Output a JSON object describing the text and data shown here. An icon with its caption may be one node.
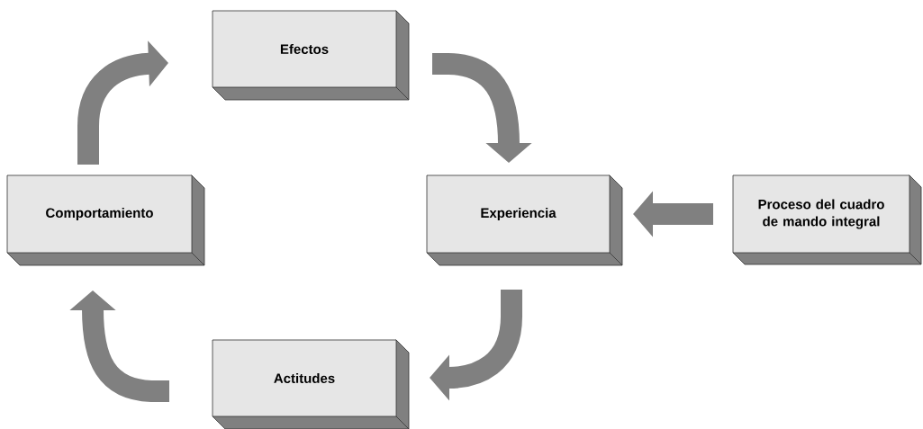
{
  "diagram": {
    "nodes": [
      {
        "text": [
          "Efectos"
        ]
      },
      {
        "text": [
          "Comportamiento"
        ]
      },
      {
        "text": [
          "Experiencia"
        ]
      },
      {
        "text": [
          "Proceso del cuadro de mando integral"
        ]
      },
      {
        "text": [
          "Actitudes"
        ]
      }
    ],
    "edges": [
      {
        "from": 1,
        "to": 0,
        "arrow": "to"
      },
      {
        "from": 0,
        "to": 2,
        "arrow": "to"
      },
      {
        "from": 3,
        "to": 2,
        "arrow": "to"
      },
      {
        "from": 2,
        "to": 4,
        "arrow": "to"
      },
      {
        "from": 4,
        "to": 1,
        "arrow": "to"
      }
    ]
  }
}
